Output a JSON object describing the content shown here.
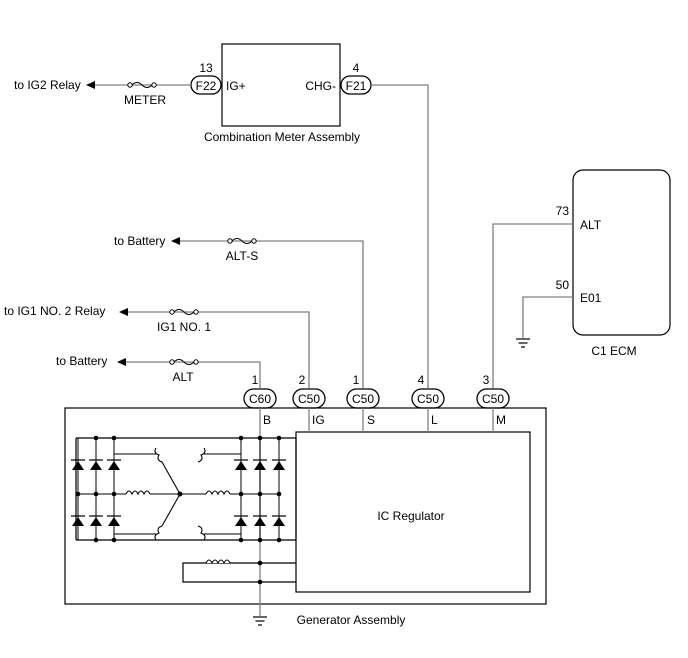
{
  "combination_meter": {
    "title": "Combination Meter Assembly",
    "pin_ig": "IG+",
    "pin_chg": "CHG-",
    "conn_left": "F22",
    "conn_left_num": "13",
    "conn_right": "F21",
    "conn_right_num": "4",
    "to_label": "to IG2 Relay",
    "fuse_label": "METER"
  },
  "ecm": {
    "title": "C1 ECM",
    "pin_alt": "ALT",
    "pin_alt_num": "73",
    "pin_e01": "E01",
    "pin_e01_num": "50"
  },
  "feeds": {
    "alt_s": {
      "to_label": "to Battery",
      "fuse_label": "ALT-S"
    },
    "ig1": {
      "to_label": "to IG1 NO. 2 Relay",
      "fuse_label": "IG1 NO. 1"
    },
    "alt": {
      "to_label": "to Battery",
      "fuse_label": "ALT"
    }
  },
  "generator": {
    "title": "Generator Assembly",
    "regulator_label": "IC Regulator",
    "connectors": [
      {
        "name": "C60",
        "num": "1",
        "pin": "B"
      },
      {
        "name": "C50",
        "num": "2",
        "pin": "IG"
      },
      {
        "name": "C50",
        "num": "1",
        "pin": "S"
      },
      {
        "name": "C50",
        "num": "4",
        "pin": "L"
      },
      {
        "name": "C50",
        "num": "3",
        "pin": "M"
      }
    ]
  }
}
